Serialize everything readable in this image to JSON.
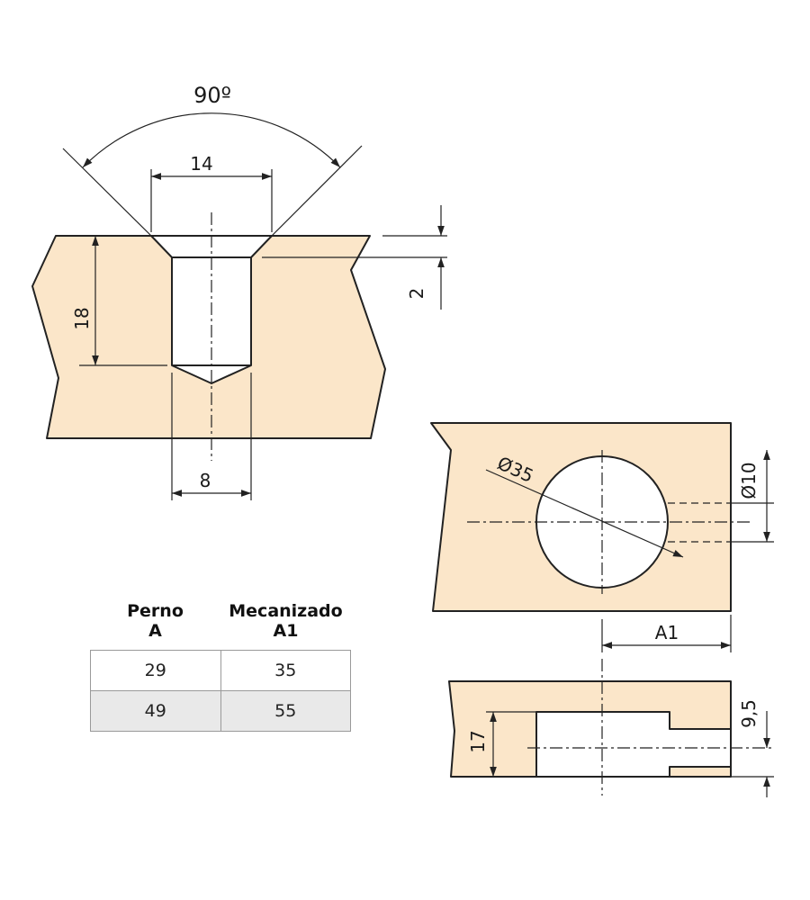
{
  "drawing": {
    "angle_label": "90º",
    "dim_countersink": "14",
    "dim_depth_step": "2",
    "dim_depth": "18",
    "dim_hole": "8",
    "dim_cup_diameter": "Ø35",
    "dim_pin_diameter": "Ø10",
    "dim_offset": "A1",
    "dim_thickness": "17",
    "dim_pin_center": "9,5"
  },
  "table": {
    "headers": [
      {
        "line1": "Perno",
        "line2": "A"
      },
      {
        "line1": "Mecanizado",
        "line2": "A1"
      }
    ],
    "rows": [
      [
        "29",
        "35"
      ],
      [
        "49",
        "55"
      ]
    ]
  }
}
